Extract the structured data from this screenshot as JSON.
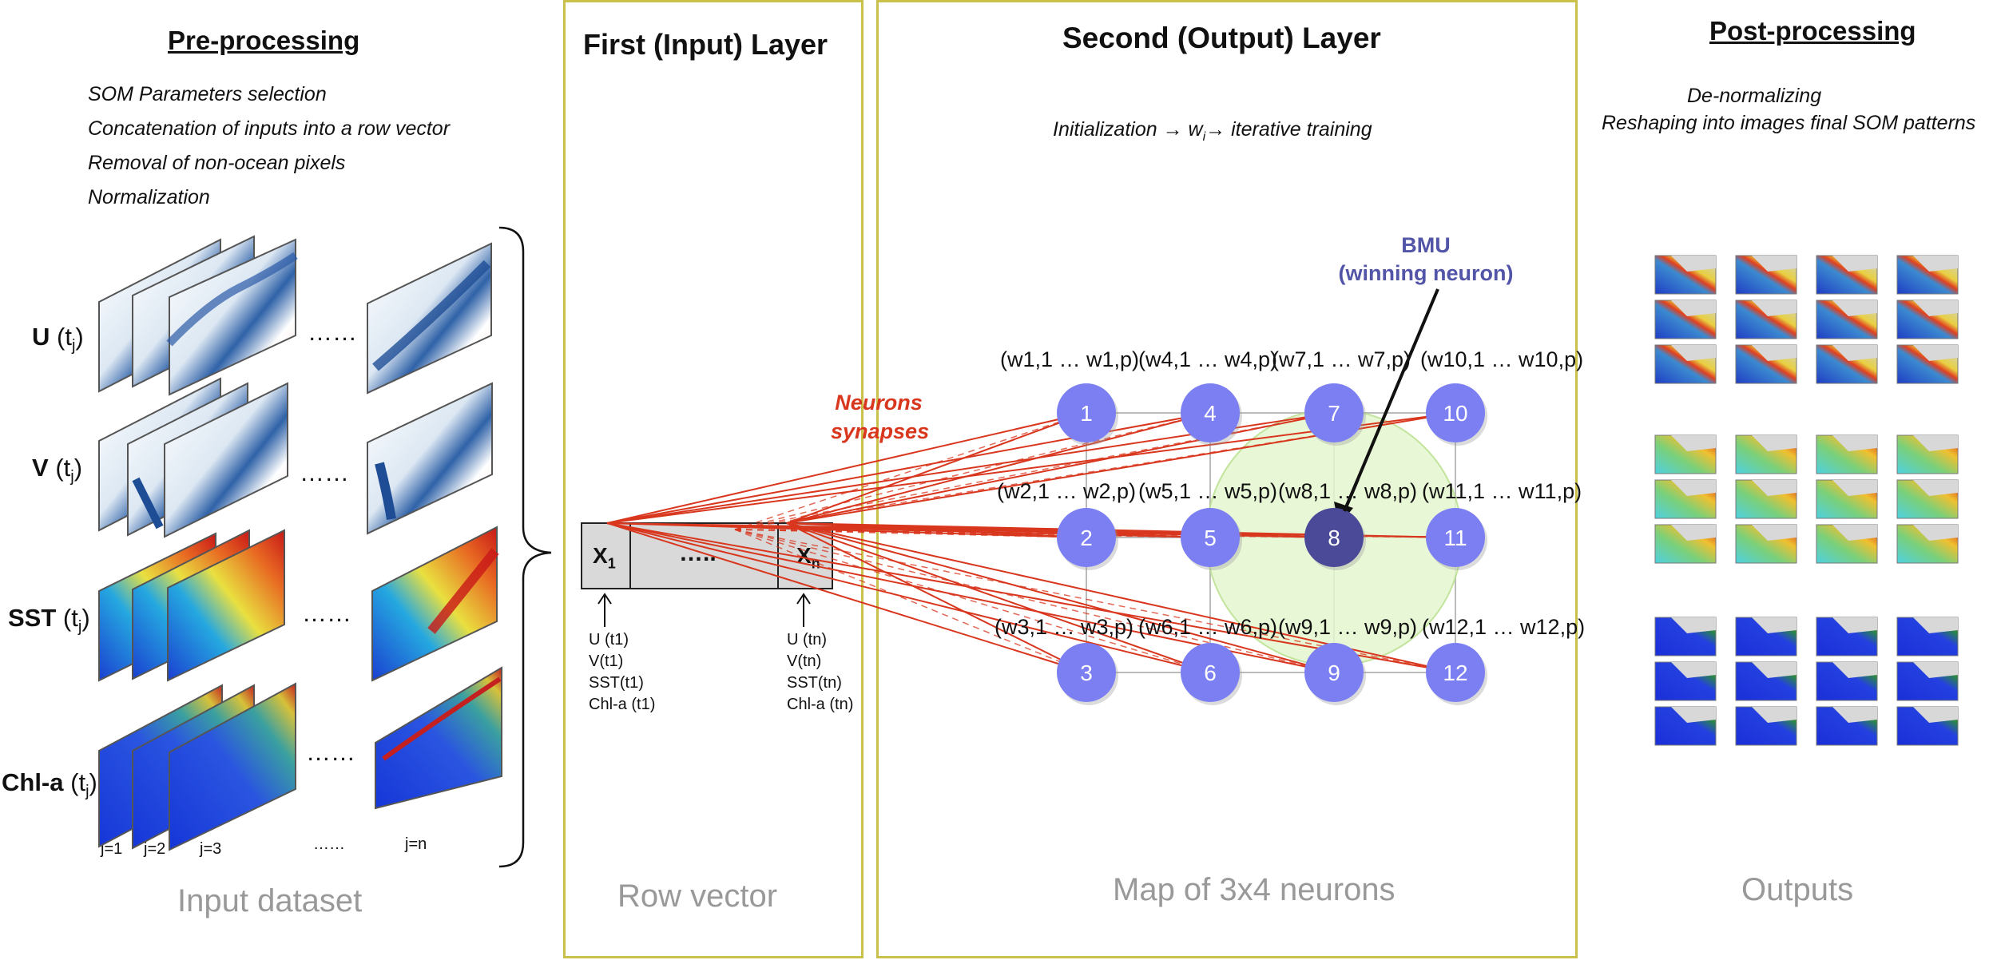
{
  "preprocessing": {
    "title": "Pre-processing",
    "steps": [
      "SOM Parameters selection",
      "Concatenation of inputs into a row vector",
      "Removal of non-ocean pixels",
      "Normalization"
    ],
    "variables": [
      {
        "name": "U",
        "suffix": "(t",
        "sub": "j",
        "close": ")"
      },
      {
        "name": "V",
        "suffix": "(t",
        "sub": "j",
        "close": ")"
      },
      {
        "name": "SST",
        "suffix": "(t",
        "sub": "j",
        "close": ")"
      },
      {
        "name": "Chl-a",
        "suffix": "(t",
        "sub": "j",
        "close": ")"
      }
    ],
    "dots": "……",
    "time_labels": [
      "j=1",
      "j=2",
      "j=3",
      "……",
      "j=n"
    ],
    "footer": "Input dataset"
  },
  "input_layer": {
    "title": "First (Input) Layer",
    "cell_first": "X",
    "cell_first_sub": "1",
    "cell_middle": "…..",
    "cell_last": "X",
    "cell_last_sub": "n",
    "first_list": [
      "U (t1)",
      "V(t1)",
      "SST(t1)",
      "Chl-a (t1)"
    ],
    "last_list": [
      "U (tn)",
      "V(tn)",
      "SST(tn)",
      "Chl-a (tn)"
    ],
    "footer": "Row vector"
  },
  "output_layer": {
    "title": "Second (Output) Layer",
    "subtitle_a": "Initialization",
    "subtitle_w": "w",
    "subtitle_w_sub": "i",
    "subtitle_b": "iterative training",
    "synapses_label": [
      "Neurons",
      "synapses"
    ],
    "bmu_label": [
      "BMU",
      "(winning neuron)"
    ],
    "neurons": [
      {
        "id": "1",
        "w": "(w1,1 … w1,p)"
      },
      {
        "id": "4",
        "w": "(w4,1 … w4,p)"
      },
      {
        "id": "7",
        "w": "(w7,1 … w7,p)"
      },
      {
        "id": "10",
        "w": "(w10,1 … w10,p)"
      },
      {
        "id": "2",
        "w": "(w2,1 … w2,p)"
      },
      {
        "id": "5",
        "w": "(w5,1 … w5,p)"
      },
      {
        "id": "8",
        "w": "(w8,1 … w8,p)"
      },
      {
        "id": "11",
        "w": "(w11,1 … w11,p)"
      },
      {
        "id": "3",
        "w": "(w3,1 … w3,p)"
      },
      {
        "id": "6",
        "w": "(w6,1 … w6,p)"
      },
      {
        "id": "9",
        "w": "(w9,1 … w9,p)"
      },
      {
        "id": "12",
        "w": "(w12,1 … w12,p)"
      }
    ],
    "footer": "Map of 3x4 neurons",
    "colors": {
      "neuron": "#7b7ff2",
      "bmu": "#4a4a98",
      "synapse": "#d9361e",
      "neighborhood": "#e5f6cf"
    }
  },
  "postprocessing": {
    "title": "Post-processing",
    "steps": [
      "De-normalizing",
      "Reshaping into images final SOM patterns"
    ],
    "footer": "Outputs"
  }
}
